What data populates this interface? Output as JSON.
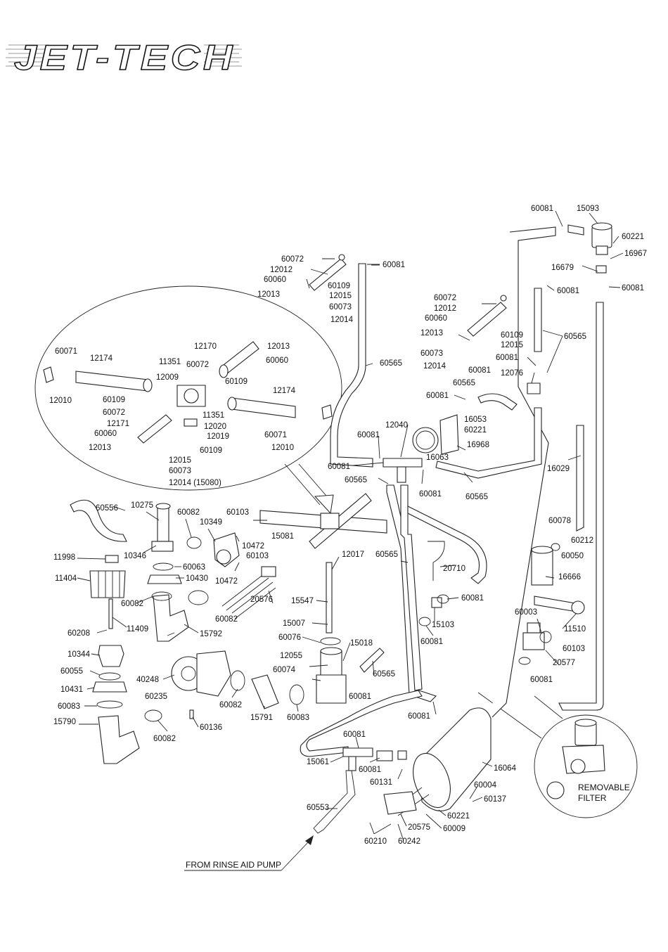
{
  "logo_text": "JET-TECH",
  "notes": {
    "rinse_aid": "FROM RINSE AID PUMP",
    "filter_line1": "REMOVABLE",
    "filter_line2": "FILTER"
  },
  "parts": [
    "60081",
    "15093",
    "60221",
    "16967",
    "16679",
    "60081",
    "60081",
    "60565",
    "60072",
    "12012",
    "60060",
    "12013",
    "60109",
    "12015",
    "60073",
    "12014",
    "60081",
    "60072",
    "12012",
    "60060",
    "12013",
    "60109",
    "12015",
    "60073",
    "12014",
    "60081",
    "12076",
    "60081",
    "60565",
    "60081",
    "16053",
    "60221",
    "16968",
    "16063",
    "60565",
    "12040",
    "60081",
    "60081",
    "60565",
    "60081",
    "16029",
    "60565",
    "60071",
    "12174",
    "12010",
    "11351",
    "12009",
    "60072",
    "12170",
    "12013",
    "60060",
    "60109",
    "12174",
    "60109",
    "60072",
    "11351",
    "12171",
    "12020",
    "60060",
    "12019",
    "60109",
    "12013",
    "60071",
    "12010",
    "12015",
    "60073",
    "12014 (15080)",
    "60556",
    "10275",
    "60082",
    "10349",
    "60103",
    "10472",
    "60103",
    "10472",
    "10346",
    "60063",
    "10430",
    "11998",
    "11404",
    "60082",
    "60082",
    "20576",
    "11409",
    "15792",
    "60208",
    "10344",
    "60055",
    "10431",
    "60083",
    "15790",
    "40248",
    "60235",
    "60082",
    "60136",
    "60082",
    "15791",
    "60083",
    "15081",
    "12017",
    "15547",
    "15007",
    "60076",
    "15018",
    "12055",
    "60074",
    "60565",
    "60081",
    "60565",
    "20710",
    "60081",
    "15103",
    "60081",
    "60078",
    "60212",
    "60050",
    "16666",
    "60003",
    "11510",
    "60103",
    "20577",
    "60081",
    "60081",
    "60081",
    "15061",
    "60081",
    "60131",
    "16064",
    "60004",
    "60137",
    "60553",
    "20575",
    "60221",
    "60009",
    "60210",
    "60242"
  ]
}
